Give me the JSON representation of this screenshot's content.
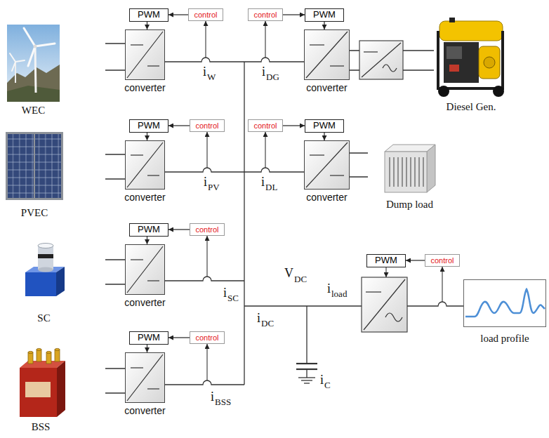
{
  "diagram": {
    "nodes": [
      {
        "text": [
          "WEC"
        ]
      },
      {
        "text": [
          "PWM"
        ]
      },
      {
        "text": [
          "control"
        ]
      },
      {
        "text": [
          "converter"
        ]
      },
      {
        "text": [
          "control"
        ]
      },
      {
        "text": [
          "PWM"
        ]
      },
      {
        "text": [
          "converter"
        ]
      },
      {
        "text": [
          "Diesel Gen."
        ]
      },
      {
        "text": [
          "PVEC"
        ]
      },
      {
        "text": [
          "PWM"
        ]
      },
      {
        "text": [
          "control"
        ]
      },
      {
        "text": [
          "converter"
        ]
      },
      {
        "text": [
          "control"
        ]
      },
      {
        "text": [
          "PWM"
        ]
      },
      {
        "text": [
          "converter"
        ]
      },
      {
        "text": [
          "Dump load"
        ]
      },
      {
        "text": [
          "SC"
        ]
      },
      {
        "text": [
          "PWM"
        ]
      },
      {
        "text": [
          "control"
        ]
      },
      {
        "text": [
          "converter"
        ]
      },
      {
        "text": [
          "PWM"
        ]
      },
      {
        "text": [
          "control"
        ]
      },
      {
        "text": [
          "load profile"
        ]
      },
      {
        "text": [
          "BSS"
        ]
      },
      {
        "text": [
          "PWM"
        ]
      },
      {
        "text": [
          "control"
        ]
      },
      {
        "text": [
          "converter"
        ]
      }
    ],
    "edges": [
      {
        "from": 2,
        "to": 1,
        "arrow": "to"
      },
      {
        "from": 1,
        "to": 3,
        "arrow": "to"
      },
      {
        "from": 4,
        "to": 5,
        "arrow": "to"
      },
      {
        "from": 5,
        "to": 6,
        "arrow": "to"
      },
      {
        "from": 10,
        "to": 9,
        "arrow": "to"
      },
      {
        "from": 9,
        "to": 11,
        "arrow": "to"
      },
      {
        "from": 12,
        "to": 13,
        "arrow": "to"
      },
      {
        "from": 13,
        "to": 14,
        "arrow": "to"
      },
      {
        "from": 18,
        "to": 17,
        "arrow": "to"
      },
      {
        "from": 17,
        "to": 19,
        "arrow": "to"
      },
      {
        "from": 21,
        "to": 20,
        "arrow": "to"
      },
      {
        "from": 25,
        "to": 24,
        "arrow": "to"
      },
      {
        "from": 24,
        "to": 26,
        "arrow": "to"
      }
    ],
    "labels": [
      "i",
      "W",
      "i",
      "DG",
      "i",
      "PV",
      "i",
      "DL",
      "i",
      "SC",
      "V",
      "DC",
      "i",
      "load",
      "i",
      "DC",
      "i",
      "C",
      "i",
      "BSS"
    ]
  }
}
